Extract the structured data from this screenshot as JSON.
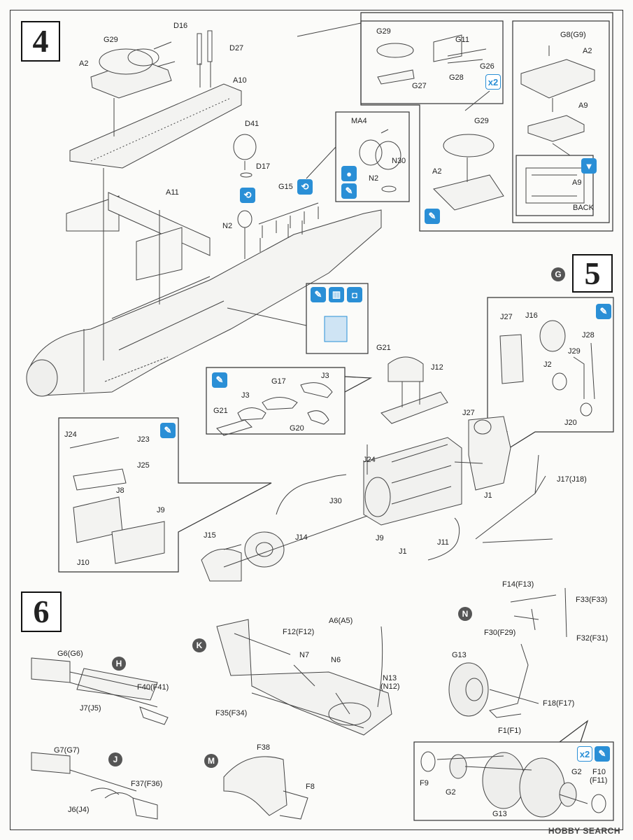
{
  "steps": {
    "s4": "4",
    "s5": "5",
    "s6": "6"
  },
  "section_codes": {
    "g": "G",
    "h": "H",
    "j": "J",
    "k": "K",
    "m": "M",
    "n": "N"
  },
  "callout_tags": {
    "x2_top": "x2",
    "x2_bottom": "x2",
    "back": "BACK"
  },
  "labels": {
    "g29_a": "G29",
    "d16": "D16",
    "d27": "D27",
    "a2_a": "A2",
    "a10": "A10",
    "d41": "D41",
    "d17": "D17",
    "a11": "A11",
    "g15": "G15",
    "n2_a": "N2",
    "g29_b": "G29",
    "g11": "G11",
    "g26": "G26",
    "g28": "G28",
    "g27": "G27",
    "g29_c": "G29",
    "a2_b": "A2",
    "g8": "G8(G9)",
    "a2_c": "A2",
    "a9_a": "A9",
    "a9_b": "A9",
    "ma4": "MA4",
    "n30": "N30",
    "n2_b": "N2",
    "g21_a": "G21",
    "j12": "J12",
    "j27_a": "J27",
    "g17": "G17",
    "j3_a": "J3",
    "j3_b": "J3",
    "g21_b": "G21",
    "g20": "G20",
    "j24_a": "J24",
    "j23": "J23",
    "j25": "J25",
    "j8": "J8",
    "j9_a": "J9",
    "j10": "J10",
    "j24_b": "J24",
    "j30": "J30",
    "j15": "J15",
    "j14": "J14",
    "j9_b": "J9",
    "j1_a": "J1",
    "j1_b": "J1",
    "j11": "J11",
    "j17": "J17(J18)",
    "j27_b": "J27",
    "j16": "J16",
    "j28": "J28",
    "j29": "J29",
    "j2": "J2",
    "j20": "J20",
    "g6": "G6(G6)",
    "f40": "F40(F41)",
    "j7": "J7(J5)",
    "g7": "G7(G7)",
    "f37": "F37(F36)",
    "j6": "J6(J4)",
    "f12": "F12(F12)",
    "a6": "A6(A5)",
    "n7": "N7",
    "n6": "N6",
    "n13": "N13",
    "n12": "(N12)",
    "f35": "F35(F34)",
    "f38": "F38",
    "f8": "F8",
    "f14": "F14(F13)",
    "f33": "F33(F33)",
    "f30": "F30(F29)",
    "f32": "F32(F31)",
    "g13_a": "G13",
    "f18": "F18(F17)",
    "f1": "F1(F1)",
    "f9": "F9",
    "g2_a": "G2",
    "g2_b": "G2",
    "f10": "F10",
    "f11": "(F11)",
    "g13_b": "G13"
  },
  "icons": [
    "paint-brush-icon",
    "cement-tube-icon",
    "decal-icon",
    "rotate-icon",
    "mirror-icon",
    "hatch-icon",
    "view-back-icon"
  ],
  "watermark": "HOBBY SEARCH",
  "colors": {
    "accent": "#2a8fd6",
    "line": "#333333"
  }
}
